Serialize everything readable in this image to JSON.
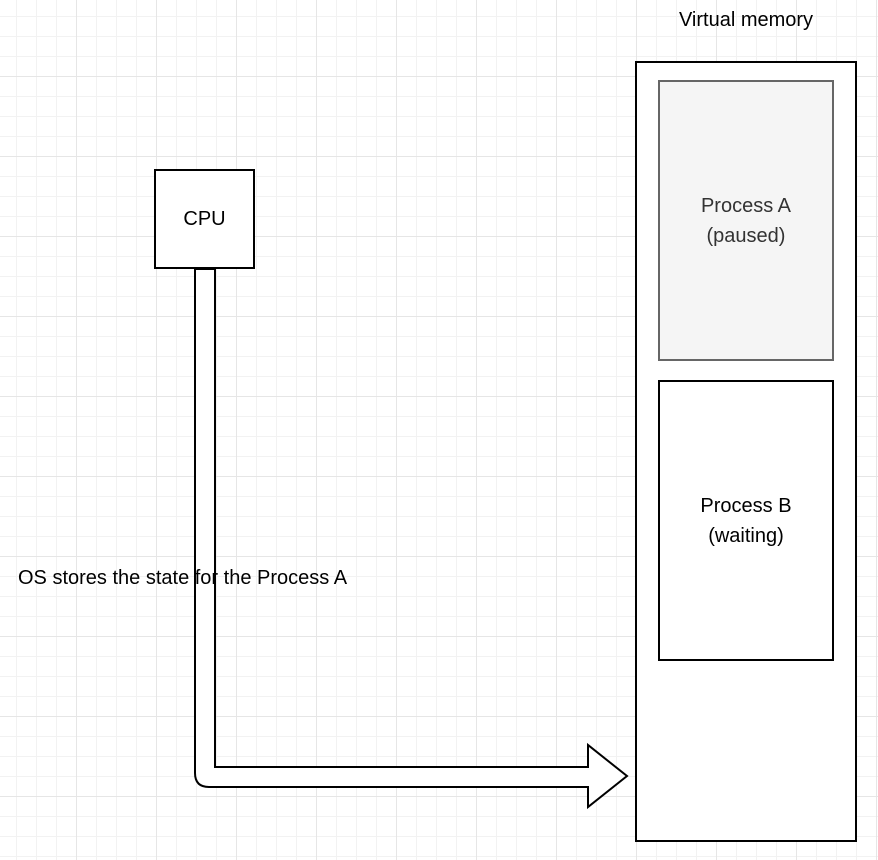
{
  "cpu": {
    "label": "CPU"
  },
  "virtual_memory": {
    "title": "Virtual memory"
  },
  "process_a": {
    "name": "Process A",
    "status": "(paused)",
    "fill": "#f5f5f5",
    "stroke": "#666666",
    "text_color": "#333333"
  },
  "process_b": {
    "name": "Process B",
    "status": "(waiting)"
  },
  "arrow": {
    "label": "OS stores the state for the Process A"
  }
}
